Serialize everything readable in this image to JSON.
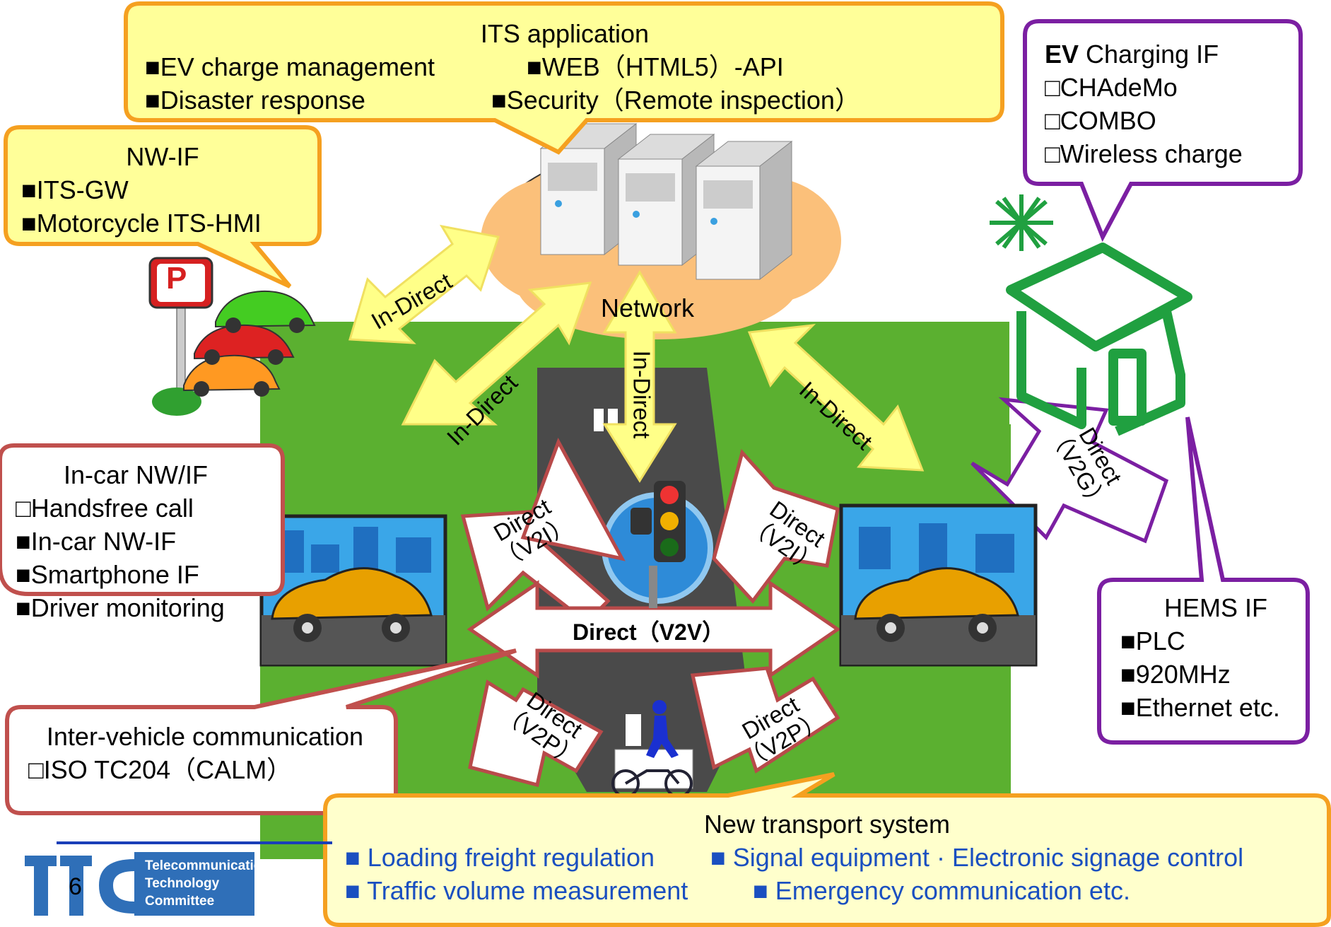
{
  "its_app": {
    "title": "ITS application",
    "row1_left": "■EV charge management",
    "row1_right": "■WEB（HTML5）-API",
    "row2_left": "■Disaster response",
    "row2_right": "■Security（Remote inspection）"
  },
  "nw_if": {
    "title": "NW-IF",
    "items": [
      "■ITS-GW",
      "■Motorcycle ITS-HMI"
    ]
  },
  "ev_charging": {
    "title_bold": "EV",
    "title_rest": " Charging IF",
    "items": [
      "□CHAdeMo",
      "□COMBO",
      "□Wireless charge"
    ]
  },
  "incar": {
    "title": "In-car NW/IF",
    "items": [
      "□Handsfree call",
      "■In-car NW-IF",
      "■Smartphone IF",
      "■Driver monitoring"
    ]
  },
  "intervehicle": {
    "title": "Inter-vehicle communication",
    "item": "□ISO TC204（CALM）"
  },
  "hems": {
    "title": "HEMS IF",
    "items": [
      "■PLC",
      "■920MHz",
      "■Ethernet etc."
    ]
  },
  "transport": {
    "title": "New transport system",
    "row1_a": "■ Loading freight regulation",
    "row1_b": "■ Signal equipment · Electronic signage control",
    "row2_a": "■ Traffic volume measurement",
    "row2_b": "■ Emergency communication etc."
  },
  "network_label": "Network",
  "arrows": {
    "indirect": "In-Direct",
    "direct_v2i_a": "Direct",
    "direct_v2i_b": "（V2I）",
    "direct_v2v": "Direct（V2V）",
    "direct_v2p_a": "Direct",
    "direct_v2p_b": "（V2P）",
    "direct_v2g_a": "Direct",
    "direct_v2g_b": "（V2G）"
  },
  "parking_sign": "P",
  "logo": {
    "line1": "Telecommunication",
    "line2": "Technology",
    "line3": "Committee"
  },
  "page_number": "6",
  "colors": {
    "callout_fill": "#ffff99",
    "orange_border": "#f5a020",
    "red_border": "#c0504d",
    "purple_border": "#7b1fa2",
    "arrow_fill": "#ffff88",
    "arrow_edge": "#f0e060",
    "grass": "#5bb030",
    "cloud": "#fbc07a",
    "house_green": "#20a040",
    "transport_text": "#1a4fc0"
  }
}
